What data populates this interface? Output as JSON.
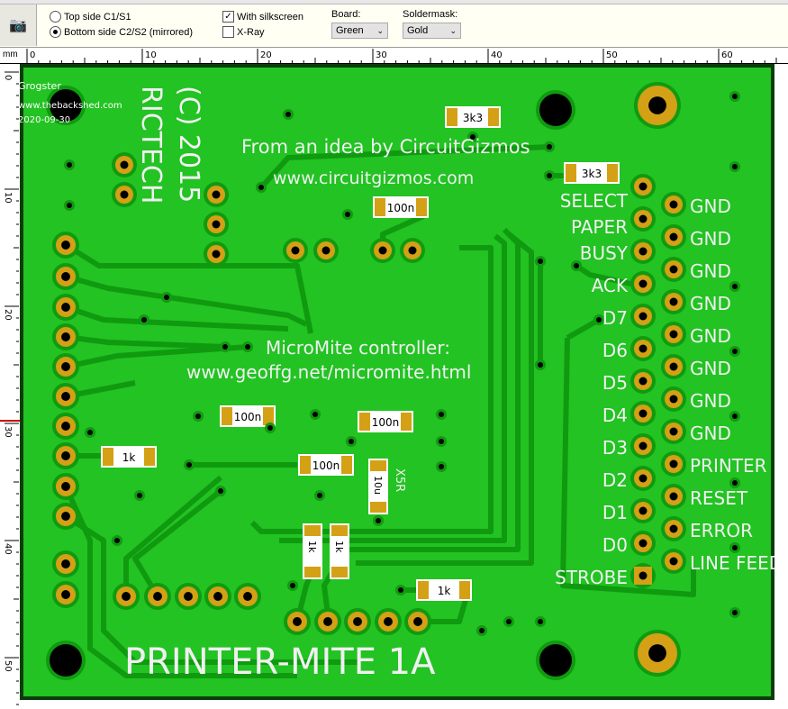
{
  "toolbar": {
    "camera_icon": "camera-icon",
    "top_side": "Top side C1/S1",
    "bottom_side": "Bottom side C2/S2 (mirrored)",
    "selected_side": "bottom",
    "with_silkscreen": "With silkscreen",
    "with_silkscreen_checked": true,
    "xray": "X-Ray",
    "xray_checked": false,
    "board_label": "Board:",
    "board_value": "Green",
    "soldermask_label": "Soldermask:",
    "soldermask_value": "Gold"
  },
  "ruler": {
    "unit": "mm",
    "top_ticks": [
      "0",
      "10",
      "20",
      "30",
      "40",
      "50",
      "60"
    ],
    "left_ticks": [
      "0",
      "10",
      "20",
      "30",
      "40",
      "50"
    ]
  },
  "watermark": {
    "name": "Grogster",
    "site": "www.thebackshed.com",
    "date": "2020-09-30"
  },
  "silkscreen": {
    "copyright": "(C) 2015",
    "author": "RICTECH",
    "idea": "From an idea by CircuitGizmos",
    "idea_url": "www.circuitgizmos.com",
    "controller": "MicroMite controller:",
    "controller_url": "www.geoffg.net/micromite.html",
    "title": "PRINTER-MITE 1A",
    "x5r": "X5R",
    "components": [
      "3k3",
      "3k3",
      "100n",
      "100n",
      "100n",
      "100n",
      "1k",
      "10u",
      "1k",
      "1k",
      "1k"
    ],
    "left_pins": [
      "SELECT",
      "PAPER",
      "BUSY",
      "ACK",
      "D7",
      "D6",
      "D5",
      "D4",
      "D3",
      "D2",
      "D1",
      "D0",
      "STROBE"
    ],
    "right_pins": [
      "GND",
      "GND",
      "GND",
      "GND",
      "GND",
      "GND",
      "GND",
      "GND",
      "PRINTER",
      "RESET",
      "ERROR",
      "LINE FEED"
    ]
  },
  "colors": {
    "board": "#22c322",
    "trace": "#109a10",
    "pad": "#d4a015",
    "silk": "#f0f0f0"
  }
}
